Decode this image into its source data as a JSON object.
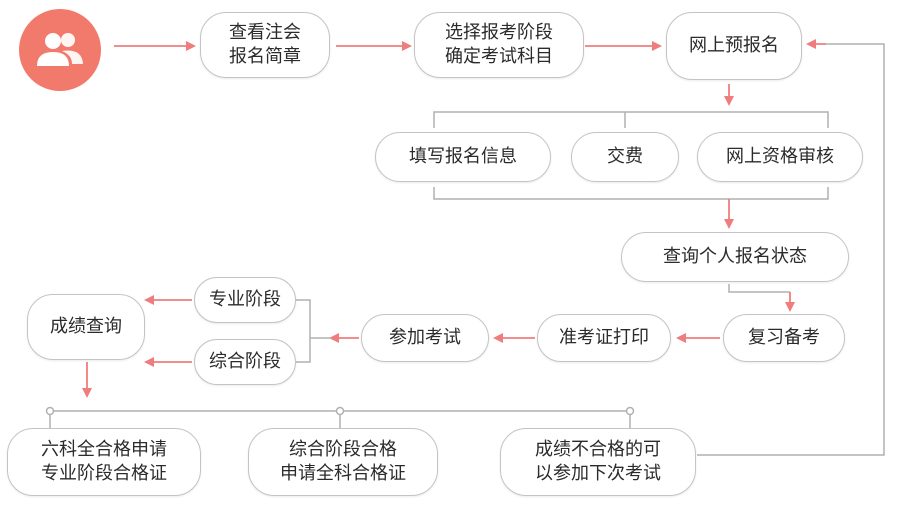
{
  "colors": {
    "accent": "#f27a6c",
    "arrow": "#f07d7d",
    "border": "#c4c4c4",
    "connector": "#b0b0b0"
  },
  "icons": {
    "avatar": "users-icon"
  },
  "nodes": {
    "brochure": "查看注会\n报名简章",
    "choose_stage": "选择报考阶段\n确定考试科目",
    "online_register": "网上预报名",
    "fill_info": "填写报名信息",
    "pay_fee": "交费",
    "qualification_review": "网上资格审核",
    "query_status": "查询个人报名状态",
    "review_prepare": "复习备考",
    "print_ticket": "准考证打印",
    "take_exam": "参加考试",
    "professional_stage": "专业阶段",
    "comprehensive_stage": "综合阶段",
    "score_query": "成绩查询",
    "six_subjects_cert": "六科全合格申请\n专业阶段合格证",
    "comprehensive_cert": "综合阶段合格\n申请全科合格证",
    "retake": "成绩不合格的可\n以参加下次考试"
  }
}
